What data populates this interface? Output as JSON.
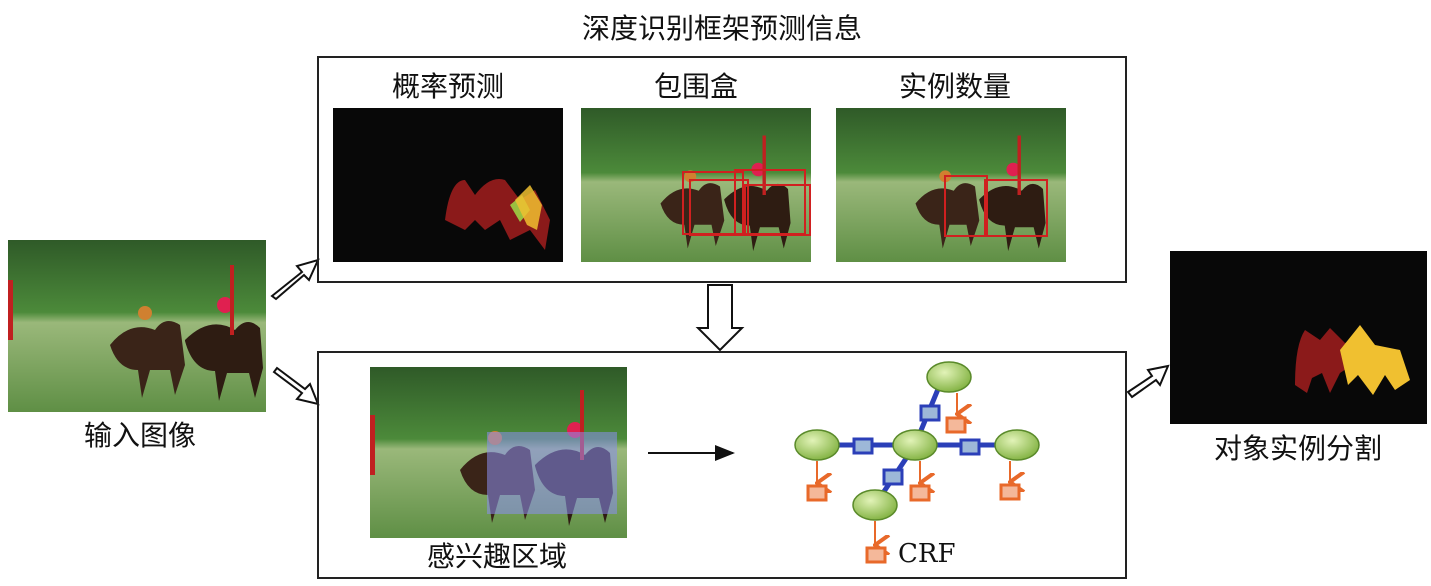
{
  "title": "深度识别框架预测信息",
  "input_label": "输入图像",
  "top_panel": {
    "items": [
      {
        "label": "概率预测"
      },
      {
        "label": "包围盒"
      },
      {
        "label": "实例数量"
      }
    ]
  },
  "bottom_panel": {
    "roi_label": "感兴趣区域",
    "crf_label": "CRF"
  },
  "output_label": "对象实例分割",
  "colors": {
    "node_green": "#9cc95a",
    "edge_blue": "#2b3fb8",
    "factor_fill": "#9db8d8",
    "unary_orange": "#e8692a",
    "segment_dark_red": "#8b1a1a",
    "segment_yellow": "#f0c030"
  }
}
